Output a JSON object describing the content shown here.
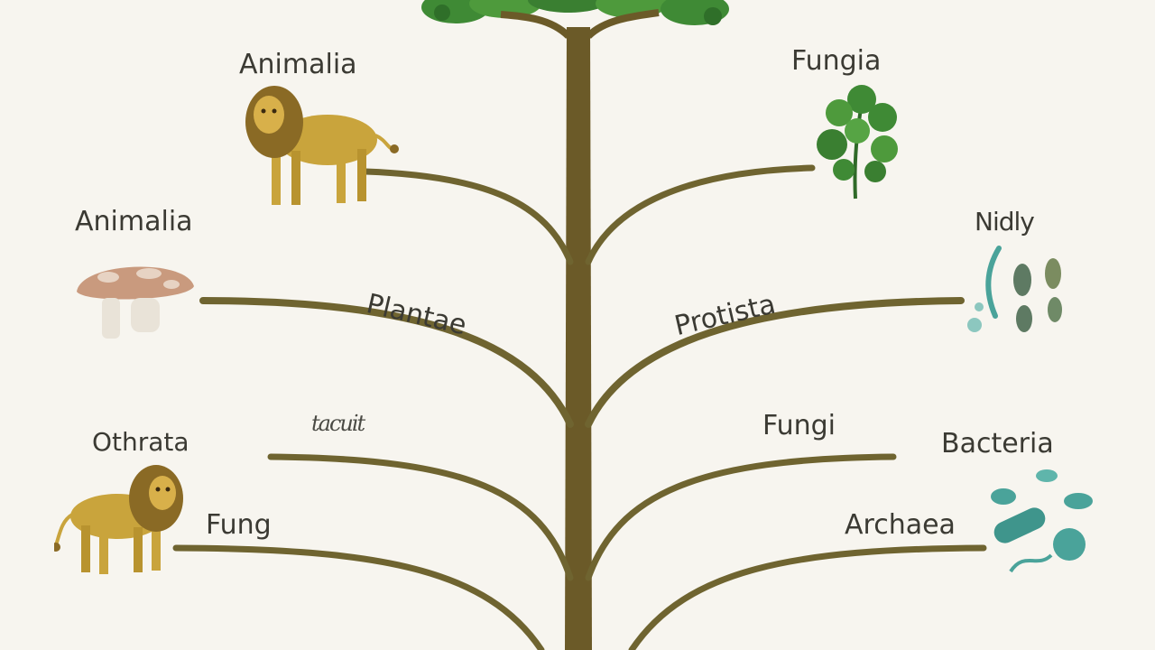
{
  "labels": {
    "animalia_top": "Animalia",
    "fungia": "Fungia",
    "animalia_mid": "Animalia",
    "nidly": "Nidly",
    "plantae": "Plantae",
    "protista": "Protista",
    "othrata": "Othrata",
    "scribble": "tacuit",
    "fungi": "Fungi",
    "bacteria": "Bacteria",
    "fung": "Fung",
    "archaea": "Archaea"
  },
  "colors": {
    "background": "#f7f5ef",
    "trunk": "#6b5a28",
    "branch": "#6f6430",
    "leaf": "#3f8a35",
    "lion": "#c9a43c",
    "mane": "#8a6a25",
    "mushroom_cap": "#c99a7e",
    "microbe": "#4aa39a"
  },
  "icons": [
    "tree-canopy-icon",
    "lion-icon",
    "plant-leaf-icon",
    "mushroom-icon",
    "protist-cells-icon",
    "bacteria-cells-icon"
  ]
}
